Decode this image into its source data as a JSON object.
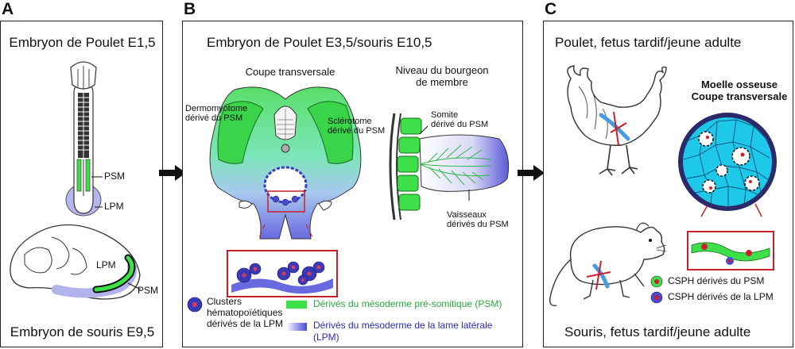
{
  "panels": {
    "a": {
      "letter": "A",
      "title_top": "Embryon de Poulet E1,5",
      "psm_label": "PSM",
      "lpm_label": "LPM",
      "mouse_lpm_label": "LPM",
      "mouse_psm_label": "PSM",
      "title_bottom": "Embryon de souris E9,5"
    },
    "b": {
      "letter": "B",
      "title": "Embryon de Poulet E3,5/souris E10,5",
      "section_title": "Coupe transversale",
      "dermomyotome": "Dermomyotome",
      "dermomyotome_2": "dérivé du PSM",
      "sclerotome": "Sclérotome",
      "sclerotome_2": "dérivé du PSM",
      "limb_title_1": "Niveau du bourgeon",
      "limb_title_2": "de membre",
      "somite": "Somite",
      "somite_2": "dérivé du PSM",
      "vessels": "Vaisseaux",
      "vessels_2": "dérivés du PSM",
      "legend_clusters_1": "Clusters",
      "legend_clusters_2": "hématopoïétiques",
      "legend_clusters_3": "dérivés de la LPM",
      "legend_psm": "Dérivés du mésoderme pré-somitique (PSM)",
      "legend_lpm_1": "Dérivés du mésoderme de la lame latérale",
      "legend_lpm_2": "(LPM)"
    },
    "c": {
      "letter": "C",
      "title_top": "Poulet, fetus tardif/jeune adulte",
      "marrow_1": "Moelle osseuse",
      "marrow_2": "Coupe transversale",
      "legend_psm": "CSPH dérivés du PSM",
      "legend_lpm": "CSPH dérivés de la LPM",
      "title_bottom": "Souris, fetus tardif/jeune adulte"
    }
  },
  "colors": {
    "psm_green": "#3ee04a",
    "lpm_blue": "#4a4ad8",
    "marrow_cyan": "#1ec8e8",
    "highlight_red": "#c8202a",
    "border": "#222222"
  }
}
